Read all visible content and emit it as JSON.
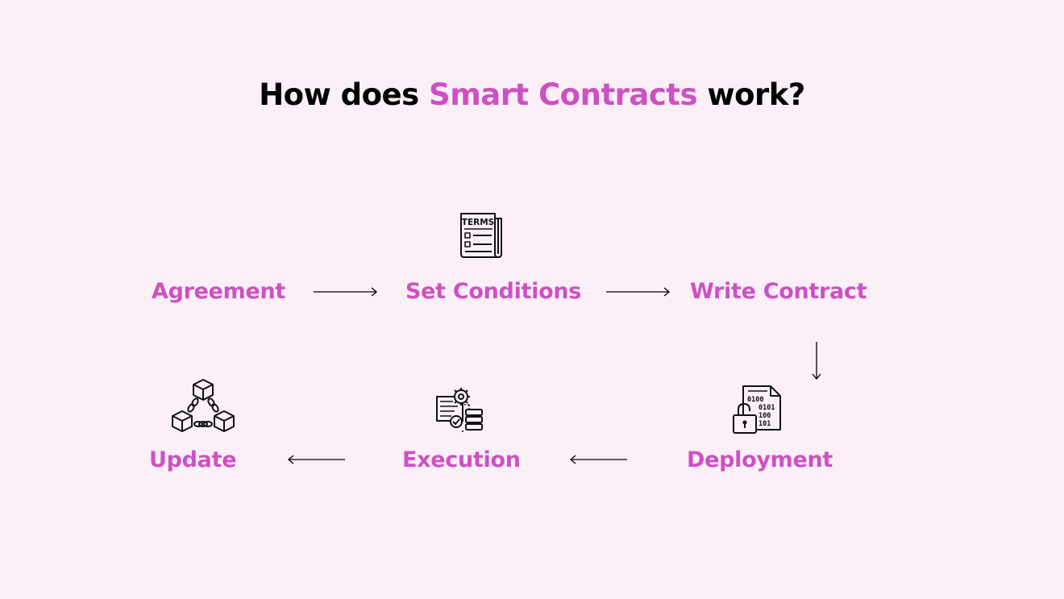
{
  "title": {
    "prefix": "How does ",
    "highlight": "Smart Contracts",
    "suffix": " work?"
  },
  "steps": [
    {
      "label": "Agreement"
    },
    {
      "label": "Set Conditions",
      "icon": "terms-document-icon",
      "icon_text": "TERMS"
    },
    {
      "label": "Write Contract"
    },
    {
      "label": "Deployment",
      "icon": "locked-binary-code-icon"
    },
    {
      "label": "Execution",
      "icon": "document-gear-database-icon"
    },
    {
      "label": "Update",
      "icon": "blockchain-cubes-icon"
    }
  ],
  "colors": {
    "background": "#fbeff8",
    "accent": "#cd51c2",
    "text": "#000000"
  }
}
